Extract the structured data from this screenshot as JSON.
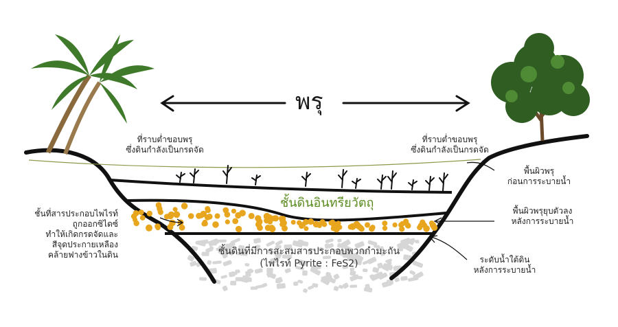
{
  "diagram": {
    "title": "พรุ",
    "left_lowland": [
      "ที่ราบต่ำขอบพรุ",
      "ซึ่งดินกำลังเป็นกรดจัด"
    ],
    "right_lowland": [
      "ที่ราบต่ำขอบพรุ",
      "ซึ่งดินกำลังเป็นกรดจัด"
    ],
    "surface_before": [
      "พื้นผิวพรุ",
      "ก่อนการระบายน้ำ"
    ],
    "surface_after": [
      "พื้นผิวพรุยุบตัวลง",
      "หลังการระบายน้ำ"
    ],
    "water_table": [
      "ระดับน้ำใต้ดิน",
      "หลังการระบายน้ำ"
    ],
    "organic_layer": "ชั้นดินอินทรียวัตถุ",
    "pyrite_layer": [
      "ชั้นดินที่มีการสะสมสารประกอบพวกกำมะถัน",
      "(ไพไรท์ Pyrite : FeS2)"
    ],
    "oxidized_note": [
      "ชั้นที่สารประกอบไพไรท์",
      "ถูกออกซิไดซ์",
      "ทำให้เกิดกรดจัดและ",
      "สีจุดประกายเหลือง",
      "คล้ายฟางข้าวในดิน"
    ]
  },
  "colors": {
    "outline": "#111111",
    "yellow_dots": "#e8a51e",
    "organic_text": "#5a8a1e",
    "gray_speckle": "#d6d6d6",
    "palm_leaf": "#3f7a2a",
    "tree_leaf": "#2f5d22",
    "trunk": "#8a6a3c"
  },
  "icons": [
    "palm-tree-icon",
    "broadleaf-tree-icon",
    "dead-stump-icon"
  ]
}
